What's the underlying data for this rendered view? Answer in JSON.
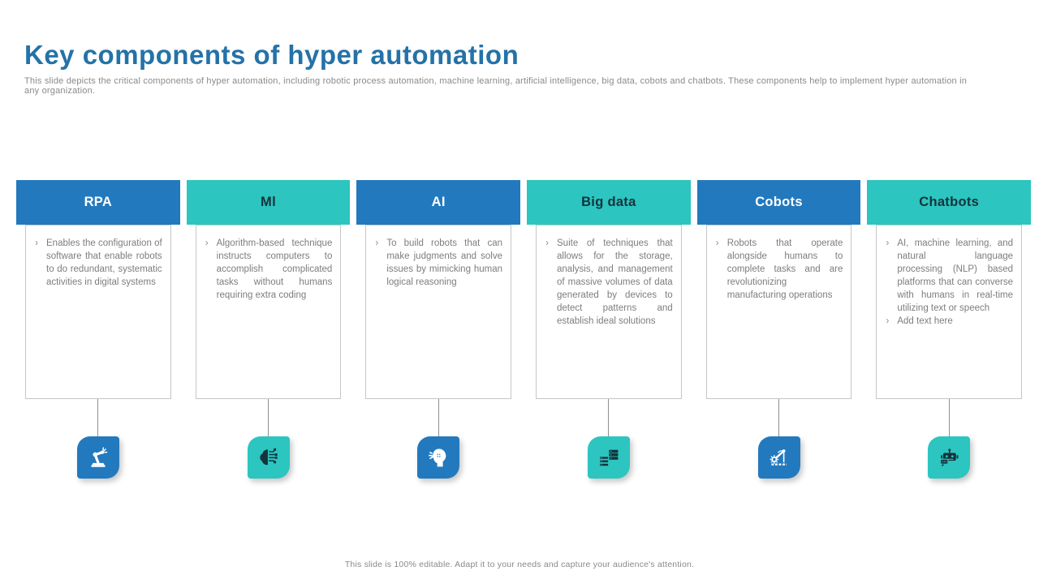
{
  "slide": {
    "title": "Key components of hyper automation",
    "subtitle": "This slide depicts the critical components of hyper automation, including robotic process automation, machine learning, artificial intelligence, big data, cobots and chatbots. These components help to implement hyper automation in any organization.",
    "footer": "This slide is 100% editable. Adapt it to your needs and capture your audience's attention."
  },
  "bullet_marker": "›",
  "colors": {
    "header_blue": "#2379BD",
    "header_teal": "#2CC5C0",
    "title_blue": "#2472A8",
    "body_text_gray": "#7D7D7D",
    "header_text_on_blue": "#FFFFFF",
    "header_text_on_teal": "#14333B",
    "box_border_gray": "#C6C6C6",
    "connector_gray": "#8F8F8F"
  },
  "columns": [
    {
      "label": "RPA",
      "theme": "blue",
      "icon": "robotic-arm-icon",
      "bullets": [
        "Enables the configuration of software that enable robots to do redundant, systematic activities in digital systems"
      ]
    },
    {
      "label": "Ml",
      "theme": "teal",
      "icon": "machine-learning-brain-icon",
      "bullets": [
        "Algorithm-based technique instructs computers to accomplish complicated tasks without humans requiring extra coding"
      ]
    },
    {
      "label": "AI",
      "theme": "blue",
      "icon": "ai-head-icon",
      "bullets": [
        "To build robots that can make judgments and solve issues by mimicking human logical reasoning"
      ]
    },
    {
      "label": "Big data",
      "theme": "teal",
      "icon": "database-stack-icon",
      "bullets": [
        "Suite of techniques that allows for the storage, analysis, and management of massive volumes of data generated by devices to detect patterns and establish ideal solutions"
      ]
    },
    {
      "label": "Cobots",
      "theme": "blue",
      "icon": "cobot-arm-icon",
      "bullets": [
        "Robots that operate alongside humans to complete tasks and are revolutionizing manufacturing operations"
      ]
    },
    {
      "label": "Chatbots",
      "theme": "teal",
      "icon": "chatbot-icon",
      "bullets": [
        "AI, machine learning, and natural language processing (NLP) based platforms that can converse with humans in real-time utilizing text or speech",
        "Add text here"
      ]
    }
  ]
}
